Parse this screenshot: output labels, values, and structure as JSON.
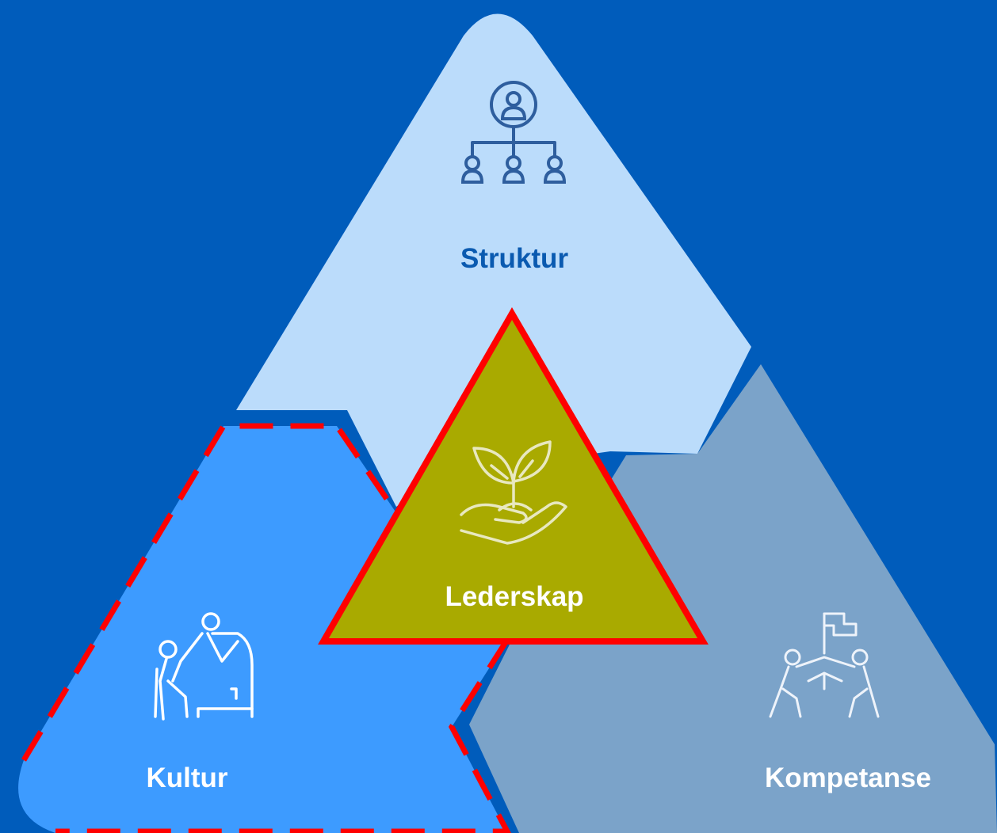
{
  "diagram": {
    "background_color": "#005CBB",
    "segments": [
      {
        "id": "struktur",
        "label": "Struktur",
        "icon": "org-chart-icon",
        "fill": "#BBDCFB",
        "text_color": "#0A5AB0"
      },
      {
        "id": "kultur",
        "label": "Kultur",
        "icon": "people-climbing-icon",
        "fill": "#3D9BFF",
        "text_color": "#FFFFFF",
        "border": "red-dashed"
      },
      {
        "id": "kompetanse",
        "label": "Kompetanse",
        "icon": "team-flag-icon",
        "fill": "#7BA3C9",
        "text_color": "#FFFFFF"
      },
      {
        "id": "lederskap",
        "label": "Lederskap",
        "icon": "plant-in-hand-icon",
        "fill": "#A9AA00",
        "text_color": "#FFFFFF",
        "border": "red-solid"
      }
    ]
  }
}
